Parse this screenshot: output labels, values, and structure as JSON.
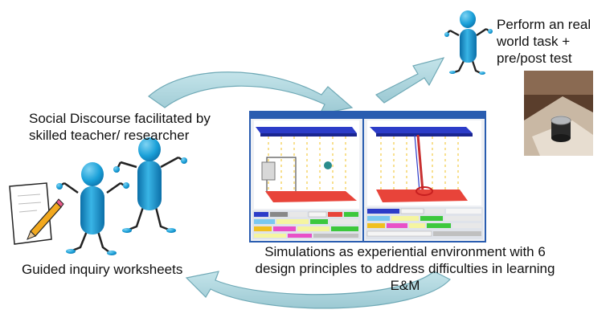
{
  "labels": {
    "real_world": "Perform an real\nworld task +\npre/post test",
    "social": "Social Discourse facilitated by\nskilled teacher/ researcher",
    "worksheets": "Guided inquiry worksheets",
    "simulations": "Simulations as experiential environment with 6\ndesign principles to address difficulties in learning\nE&M"
  },
  "simulation_windows": {
    "left_title": "Wire-string Current Interaction Model",
    "right_title": "Single Current Electrical Interaction Model"
  },
  "colors": {
    "figure_body": "#1aa0d8",
    "figure_dark": "#0b6fa8",
    "arrow_fill": "#a8d4dc",
    "arrow_stroke": "#6fa9b6",
    "plate_top": "#2c3cc8",
    "plate_bottom": "#e8443a",
    "window_title": "#2a5db0",
    "photo_bg": "#5a3e2c"
  },
  "icons": [
    "stick-figure-icon",
    "pencil-icon",
    "paper-icon",
    "curved-arrow-icon"
  ]
}
